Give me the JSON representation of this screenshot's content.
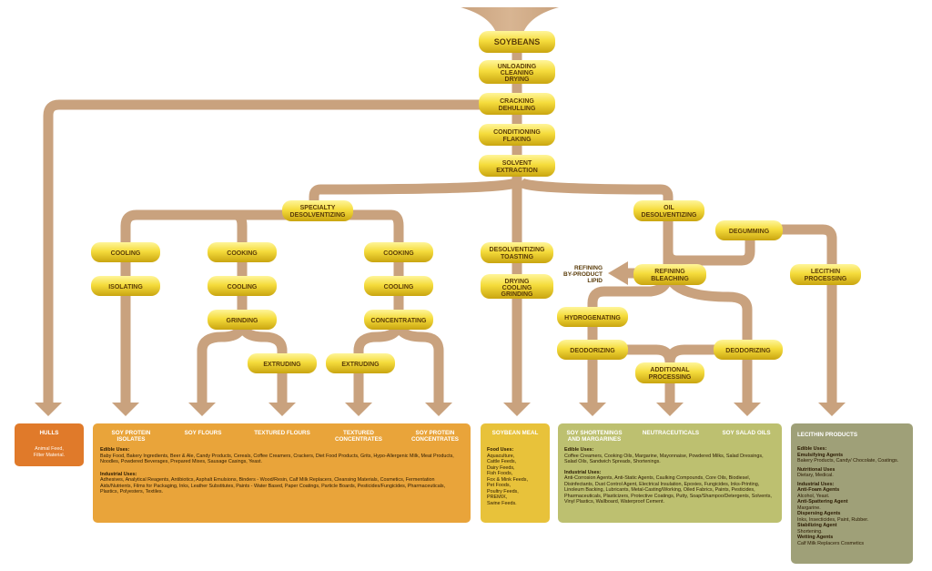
{
  "flow": {
    "soybeans": "SOYBEANS",
    "unloading": [
      "UNLOADING",
      "CLEANING",
      "DRYING"
    ],
    "cracking": [
      "CRACKING",
      "DEHULLING"
    ],
    "conditioning": [
      "CONDITIONING",
      "FLAKING"
    ],
    "solvent": [
      "SOLVENT",
      "EXTRACTION"
    ],
    "specialty": [
      "SPECIALTY",
      "DESOLVENTIZING"
    ],
    "oil_desolventizing": [
      "OIL",
      "DESOLVENTIZING"
    ],
    "degumming": "DEGUMMING",
    "cooling_1": "COOLING",
    "isolating": "ISOLATING",
    "cooking_2": "COOKING",
    "cooling_2": "COOLING",
    "grinding": "GRINDING",
    "extruding_1": "EXTRUDING",
    "cooking_3": "COOKING",
    "cooling_3": "COOLING",
    "concentrating": "CONCENTRATING",
    "extruding_2": "EXTRUDING",
    "desolv_toasting": [
      "DESOLVENTIZING",
      "TOASTING"
    ],
    "drying_cooling": [
      "DRYING",
      "COOLING",
      "GRINDING"
    ],
    "refining_bleaching": [
      "REFINING",
      "BLEACHING"
    ],
    "refining_byproduct": [
      "REFINING",
      "BY-PRODUCT",
      "LIPID"
    ],
    "lecithin_processing": [
      "LECITHIN",
      "PROCESSING"
    ],
    "hydrogenating": "HYDROGENATING",
    "deodorizing_1": "DEODORIZING",
    "deodorizing_2": "DEODORIZING",
    "additional": [
      "ADDITIONAL",
      "PROCESSING"
    ]
  },
  "panels": {
    "hulls": {
      "title": "HULLS",
      "body": [
        "Animal Feed,",
        "Filter Material."
      ]
    },
    "orange": {
      "headers": [
        [
          "SOY PROTEIN",
          "ISOLATES"
        ],
        [
          "SOY FLOURS"
        ],
        [
          "TEXTURED FLOURS"
        ],
        [
          "TEXTURED",
          "CONCENTRATES"
        ],
        [
          "SOY PROTEIN",
          "CONCENTRATES"
        ]
      ],
      "edible_title": "Edible Uses:",
      "edible_text": "Baby Food, Bakery Ingredients, Beer & Ale, Candy Products, Cereals, Coffee Creamers, Crackers, Diet Food Products, Grits, Hypo-Allergenic Milk, Meat Products, Noodles, Powdered Beverages, Prepared Mixes, Sausage Casings, Yeast.",
      "industrial_title": "Industrial Uses:",
      "industrial_text": "Adhesives, Analytical Reagents, Antibiotics, Asphalt Emulsions, Binders - Wood/Resin, Calf Milk Replacers, Cleansing Materials, Cosmetics, Fermentation Aids/Nutrients, Films for Packaging, Inks, Leather Substitutes, Paints - Water Based, Paper Coatings, Particle Boards, Pesticides/Fungicides, Pharmaceuticals, Plastics, Polyesters, Textiles."
    },
    "meal": {
      "title": "SOYBEAN MEAL",
      "food_title": "Food Uses:",
      "items": [
        "Aquaculture,",
        "Cattle Feeds,",
        "Dairy Feeds,",
        "Fish Foods,",
        "Fox & Mink Feeds,",
        "Pet Foods,",
        "Poultry Feeds,",
        "PREMIX,",
        "Swine Feeds."
      ]
    },
    "green": {
      "headers": [
        [
          "SOY SHORTENINGS",
          "AND MARGARINES"
        ],
        [
          "NEUTRACEUTICALS"
        ],
        [
          "SOY SALAD OILS"
        ]
      ],
      "edible_title": "Edible Uses:",
      "edible_text": "Coffee Creamers, Cooking Oils, Margarine, Mayonnaise, Powdered Milks, Salad Dressings, Salad Oils, Sandwich Spreads, Shortenings.",
      "industrial_title": "Industrial Uses:",
      "industrial_text": "Anti-Corrosion Agents, Anti-Static Agents, Caulking Compounds, Core Oils, Biodiesel, Disinfectants, Dust Control Agent, Electrical Insulation, Epoxies, Fungicides, Inks-Printing, Linoleum Backing, Lubricants, Metal-Casting/Working, Oiled Fabrics, Paints, Pesticides, Pharmaceuticals, Plasticizers, Protective Coatings, Putty, Soap/Shampoo/Detergents, Solvents, Vinyl Plastics, Wallboard, Waterproof Cement."
    },
    "lecithin": {
      "title": "LECITHIN PRODUCTS",
      "sections": [
        {
          "heading": "Edible Uses:",
          "sub": "Emulsifying Agents",
          "text": "Bakery Products, Candy/ Chocolate, Coatings."
        },
        {
          "heading": "",
          "sub": "Nutritional Uses",
          "text": "Dietary, Medical."
        },
        {
          "heading": "Industrial Uses:",
          "sub": "Anti-Foam Agents",
          "text": "Alcohol, Yeast."
        },
        {
          "heading": "",
          "sub": "Anti-Spattering Agent",
          "text": "Margarine."
        },
        {
          "heading": "",
          "sub": "Dispersing Agents",
          "text": "Inks, Insecticides, Paint, Rubber."
        },
        {
          "heading": "",
          "sub": "Stabilizing Agent",
          "text": "Shortening."
        },
        {
          "heading": "",
          "sub": "Wetting Agents",
          "text": "Calf Milk Replacers  Cosmetics"
        }
      ]
    }
  }
}
